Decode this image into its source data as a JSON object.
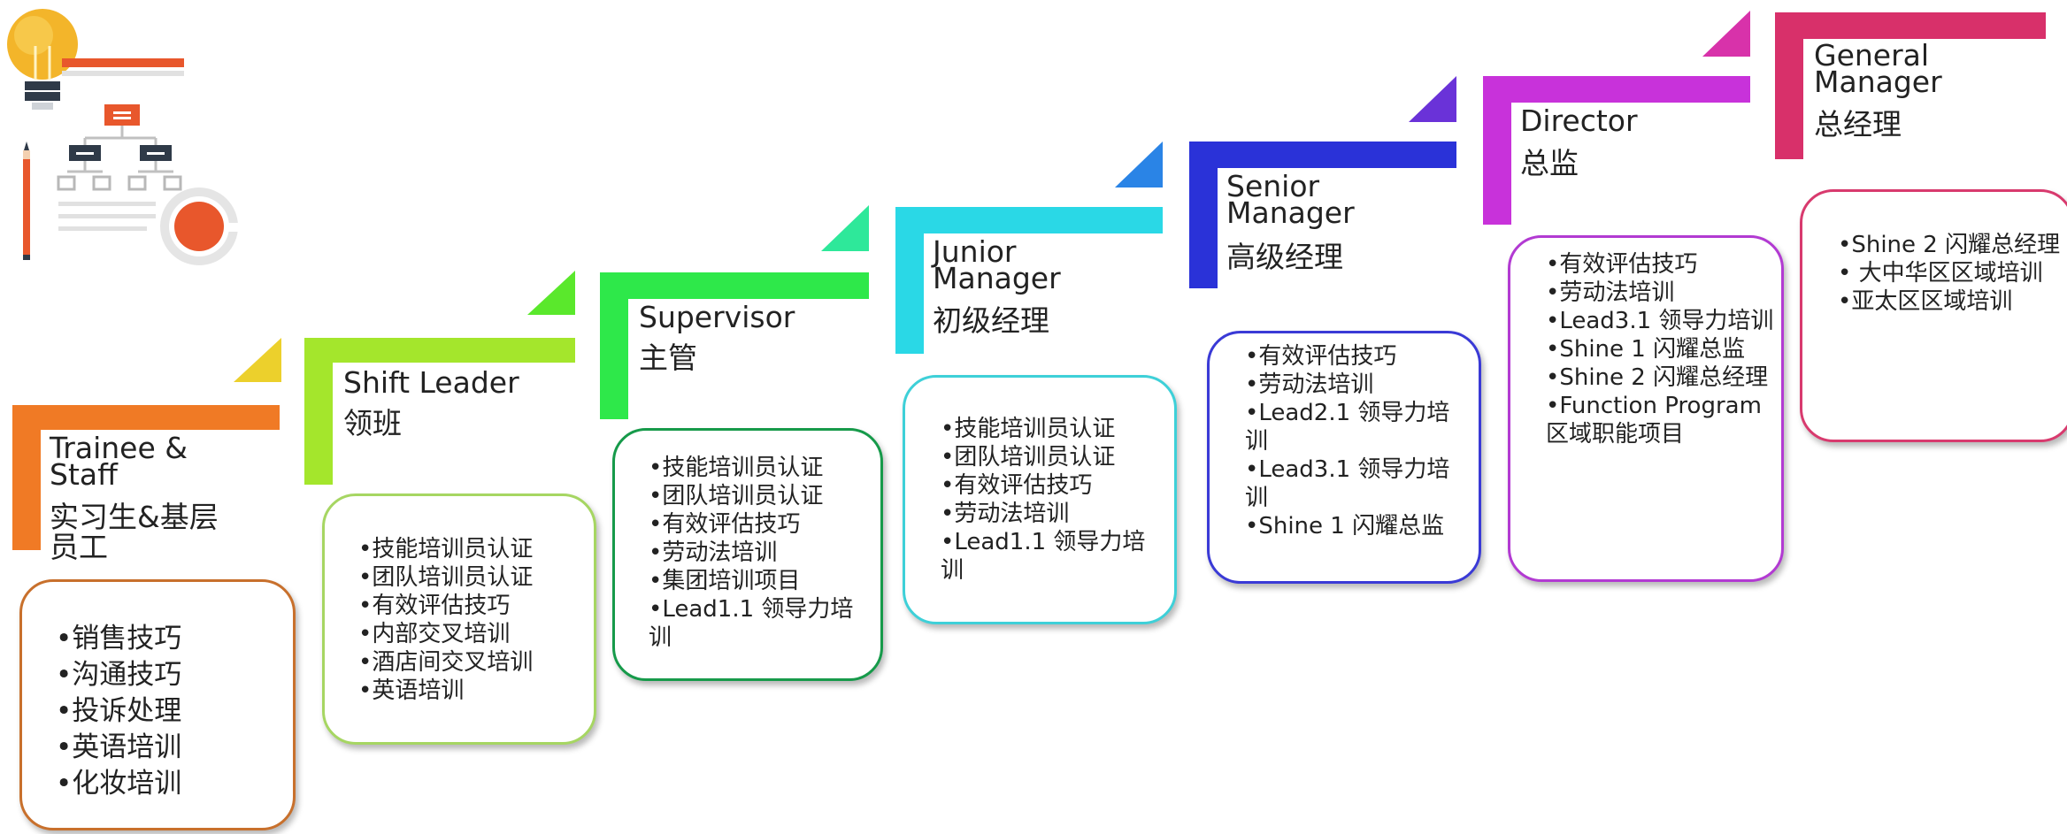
{
  "colors": {
    "trainee": "#f07a25",
    "trainee_box": "#c8702c",
    "shift": "#a4e62c",
    "shift_box": "#a6d662",
    "supervisor": "#2ee84a",
    "supervisor_box": "#169a4a",
    "junior": "#2ad8e6",
    "junior_box": "#3ed0d8",
    "senior": "#2a32d8",
    "senior_box": "#3a3ad6",
    "director": "#c832da",
    "director_box": "#b23ad2",
    "gm": "#d8306a",
    "gm_box": "#d83a6e"
  },
  "steps": [
    {
      "key": "trainee",
      "title_lines": [
        "Trainee &",
        "Staff"
      ],
      "cn_lines": [
        "实习生&基层",
        "员工"
      ],
      "items": [
        "销售技巧",
        "沟通技巧",
        "投诉处理",
        "英语培训",
        "化妆培训"
      ]
    },
    {
      "key": "shift",
      "title_lines": [
        "Shift Leader"
      ],
      "cn_lines": [
        "领班"
      ],
      "items": [
        "技能培训员认证",
        "团队培训员认证",
        "有效评估技巧",
        "内部交叉培训",
        "酒店间交叉培训",
        "英语培训"
      ]
    },
    {
      "key": "supervisor",
      "title_lines": [
        "Supervisor"
      ],
      "cn_lines": [
        "主管"
      ],
      "items": [
        "技能培训员认证",
        "团队培训员认证",
        "有效评估技巧",
        "劳动法培训",
        "集团培训项目",
        "Lead1.1 领导力培训"
      ]
    },
    {
      "key": "junior",
      "title_lines": [
        "Junior",
        "Manager"
      ],
      "cn_lines": [
        "初级经理"
      ],
      "items": [
        "技能培训员认证",
        "团队培训员认证",
        "有效评估技巧",
        "劳动法培训",
        "Lead1.1 领导力培训"
      ]
    },
    {
      "key": "senior",
      "title_lines": [
        "Senior",
        "Manager"
      ],
      "cn_lines": [
        "高级经理"
      ],
      "items": [
        "有效评估技巧",
        "劳动法培训",
        "Lead2.1 领导力培训",
        "Lead3.1 领导力培训",
        "Shine 1 闪耀总监"
      ]
    },
    {
      "key": "director",
      "title_lines": [
        "Director"
      ],
      "cn_lines": [
        "总监"
      ],
      "items": [
        "有效评估技巧",
        "劳动法培训",
        "Lead3.1 领导力培训",
        "Shine 1 闪耀总监",
        "Shine 2 闪耀总经理",
        "Function Program 区域职能项目"
      ]
    },
    {
      "key": "gm",
      "title_lines": [
        "General",
        "Manager"
      ],
      "cn_lines": [
        "总经理"
      ],
      "items": [
        "Shine 2 闪耀总经理",
        " 大中华区区域培训",
        "亚太区区域培训"
      ]
    }
  ]
}
